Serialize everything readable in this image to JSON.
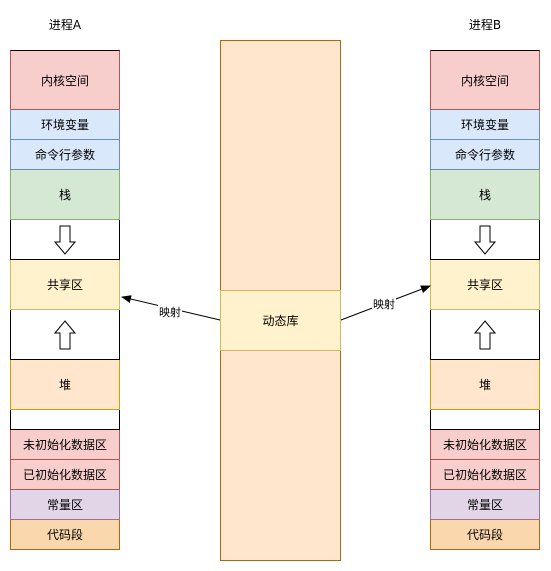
{
  "process_a": {
    "title": "进程A",
    "segments": [
      "内核空间",
      "环境变量",
      "命令行参数",
      "栈",
      "共享区",
      "堆",
      "未初始化数据区",
      "已初始化数据区",
      "常量区",
      "代码段"
    ]
  },
  "process_b": {
    "title": "进程B",
    "segments": [
      "内核空间",
      "环境变量",
      "命令行参数",
      "栈",
      "共享区",
      "堆",
      "未初始化数据区",
      "已初始化数据区",
      "常量区",
      "代码段"
    ]
  },
  "shared_library": {
    "label": "动态库"
  },
  "mappings": {
    "left_label": "映射",
    "right_label": "映射"
  },
  "colors": {
    "kernel": "#f8cecc",
    "environment": "#dae8fc",
    "stack": "#d5e8d4",
    "shared": "#fff2cc",
    "heap": "#ffe6cc",
    "data": "#f8cecc",
    "const": "#e1d5e7",
    "code": "#fad7ac",
    "arrow": "#000000"
  }
}
